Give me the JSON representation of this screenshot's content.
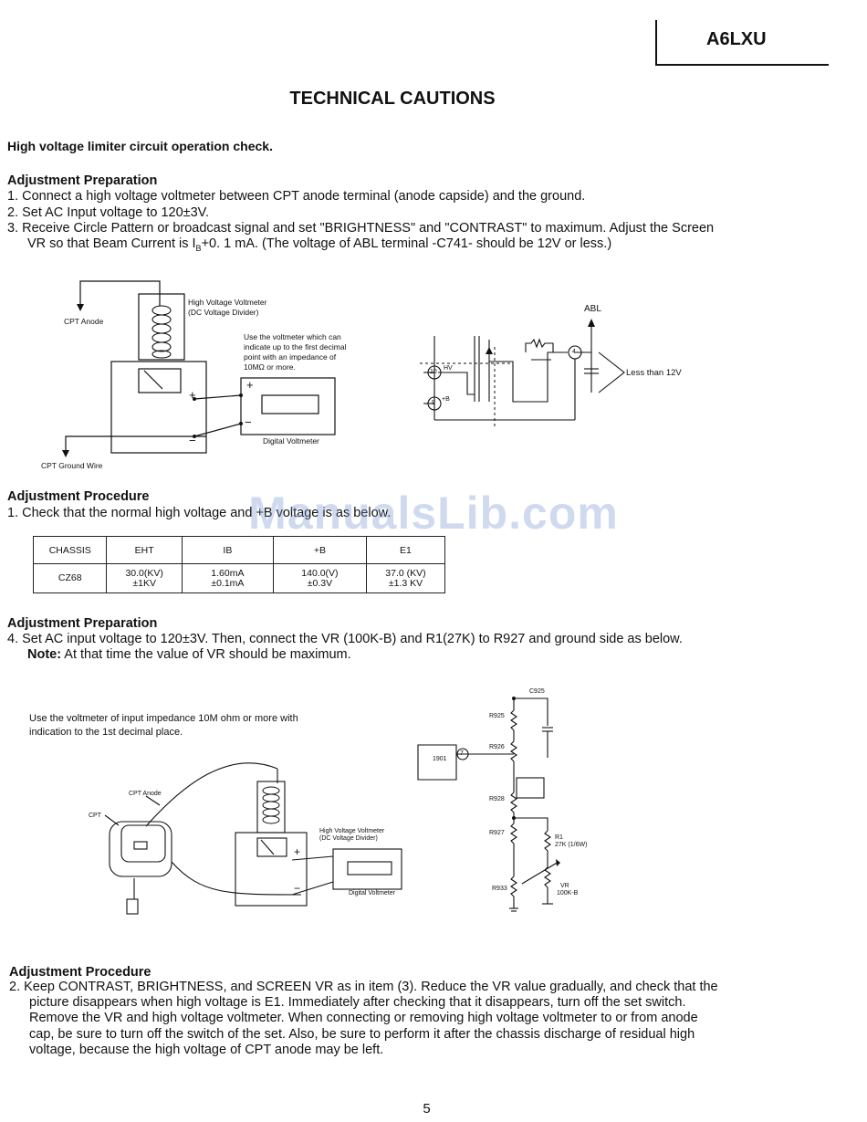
{
  "header": {
    "model": "A6LXU",
    "title": "TECHNICAL CAUTIONS"
  },
  "intro": {
    "subtitle": "High voltage limiter circuit operation check."
  },
  "prep1": {
    "heading": "Adjustment Preparation",
    "steps": [
      "1.  Connect a high voltage voltmeter between CPT anode terminal (anode capside) and the ground.",
      "2.  Set AC Input voltage to 120±3V.",
      "3.  Receive Circle Pattern or broadcast signal and set \"BRIGHTNESS\" and \"CONTRAST\" to maximum. Adjust the Screen",
      "VR so that Beam Current is I",
      "+0. 1 mA. (The voltage of ABL terminal -C741- should be 12V or less.)"
    ],
    "sub_b": "B"
  },
  "diagram1": {
    "cpt_anode": "CPT Anode",
    "hv_voltmeter": "High Voltage Voltmeter",
    "dc_divider": "(DC Voltage Divider)",
    "note": [
      "Use the voltmeter which can",
      "indicate up to the first decimal",
      "point with an impedance of",
      "10MΩ or more."
    ],
    "plus": "+",
    "minus": "−",
    "digital_voltmeter": "Digital Voltmeter",
    "ground_wire": "CPT Ground Wire"
  },
  "diagram2": {
    "abl": "ABL",
    "pin4": "4",
    "pin10": "10",
    "pin9": "9",
    "hv": "HV",
    "b_plus": "+B",
    "less_than": "Less than 12V"
  },
  "proc1": {
    "heading": "Adjustment Procedure",
    "step": "1.  Check that the normal high voltage and +B voltage is as below."
  },
  "spec_table": {
    "headers": [
      "CHASSIS",
      "EHT",
      "IB",
      "+B",
      "E1"
    ],
    "row": {
      "chassis": "CZ68",
      "eht": [
        "30.0(KV)",
        "±1KV"
      ],
      "ib": [
        "1.60mA",
        "±0.1mA"
      ],
      "b": [
        "140.0(V)",
        "±0.3V"
      ],
      "e1": [
        "37.0 (KV)",
        "±1.3 KV"
      ]
    }
  },
  "prep2": {
    "heading": "Adjustment Preparation",
    "step": "4.  Set AC input voltage to 120±3V. Then, connect the VR (100K-B) and R1(27K) to R927 and ground side as below.",
    "note_label": "Note:",
    "note_text": "At that time the value of VR should be maximum."
  },
  "diagram3": {
    "note": [
      "Use the voltmeter of input impedance 10M ohm or more with",
      "indication to the 1st decimal place."
    ],
    "cpt_anode": "CPT Anode",
    "cpt": "CPT",
    "hv_voltmeter": "High Voltage Voltmeter",
    "dc_divider": "(DC Voltage Divider)",
    "digital_voltmeter": "Digital Voltmeter",
    "plus": "+",
    "minus": "−"
  },
  "diagram4": {
    "c925": "C925",
    "r925": "R925",
    "r926": "R926",
    "r928": "R928",
    "r927": "R927",
    "r933": "R933",
    "ic": "1901",
    "pin": "7",
    "r1": [
      "R1",
      "27K (1/6W)"
    ],
    "vr": [
      "VR",
      "100K-B"
    ]
  },
  "proc2": {
    "heading": "Adjustment Procedure",
    "lines": [
      "2.  Keep CONTRAST, BRIGHTNESS, and SCREEN VR as in item (3). Reduce the VR value gradually, and check that the",
      "picture disappears when high voltage is E1. Immediately after checking that it disappears, turn off the set switch.",
      "Remove the VR and high voltage voltmeter. When connecting or removing high voltage voltmeter to or from anode",
      "cap, be sure to turn off the switch of the set. Also, be sure to perform it after the chassis discharge of residual high",
      "voltage, because the high voltage of CPT anode may be left."
    ]
  },
  "watermark": "ManualsLib.com",
  "page_number": "5"
}
